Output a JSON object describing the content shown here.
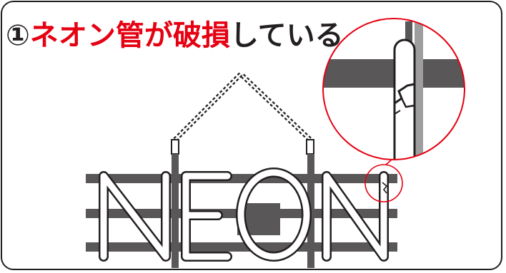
{
  "heading": {
    "number": "①",
    "highlight": "ネオン管が破損",
    "rest": "している"
  },
  "sign": {
    "letters": [
      "N",
      "E",
      "O",
      "N"
    ]
  },
  "colors": {
    "accent_red": "#e50012",
    "ink": "#231f20",
    "bar_gray": "#595757",
    "tube_outline": "#231f20"
  },
  "icons": [
    "crack-icon",
    "magnifier-circle-icon",
    "chain-icon"
  ]
}
